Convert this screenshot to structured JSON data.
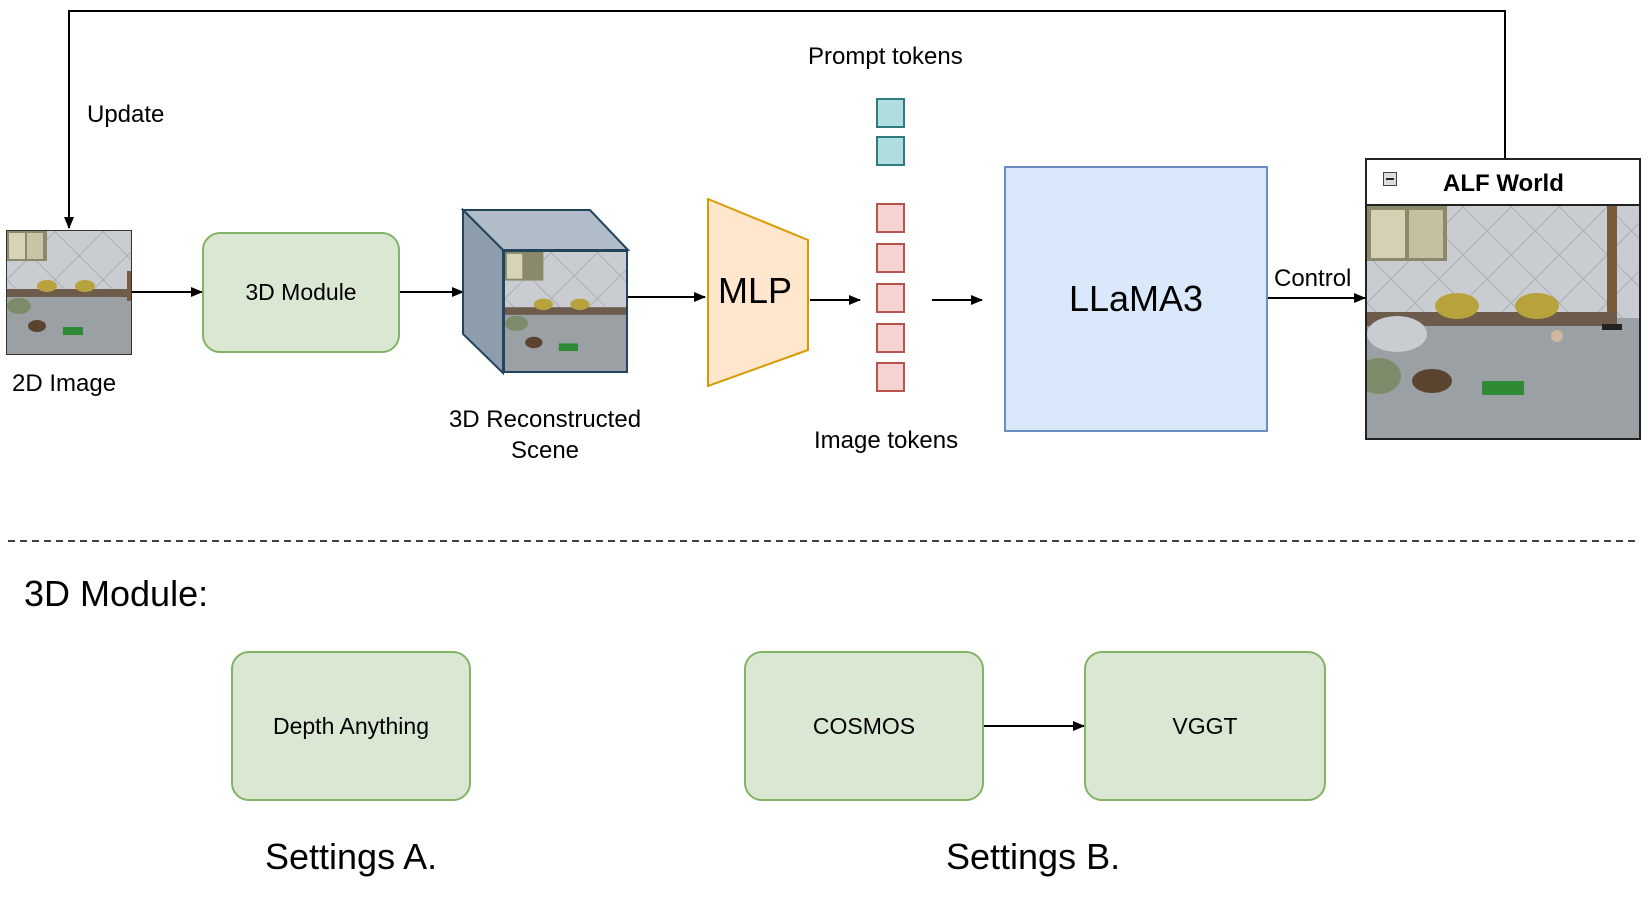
{
  "labels": {
    "update": "Update",
    "image_2d": "2D Image",
    "module_3d": "3D Module",
    "recon_line1": "3D Reconstructed",
    "recon_line2": "Scene",
    "mlp": "MLP",
    "prompt_tokens": "Prompt tokens",
    "image_tokens": "Image tokens",
    "llama": "LLaMA3",
    "control": "Control",
    "alf_world": "ALF World",
    "module_header": "3D Module:",
    "depth_anything": "Depth Anything",
    "cosmos": "COSMOS",
    "vggt": "VGGT",
    "settings_a": "Settings A.",
    "settings_b": "Settings B."
  },
  "tokens": {
    "prompt_count": 2,
    "image_count": 5
  },
  "colors": {
    "green_fill": "#dae8d3",
    "green_stroke": "#82b366",
    "orange_fill": "#ffe6cc",
    "orange_stroke": "#d79b00",
    "blue_fill": "#dae8fc",
    "blue_stroke": "#6c8ebf",
    "prompt_token": "#b0dde0",
    "image_token": "#f7d4d2",
    "cube_face": "#b0bcc8"
  }
}
